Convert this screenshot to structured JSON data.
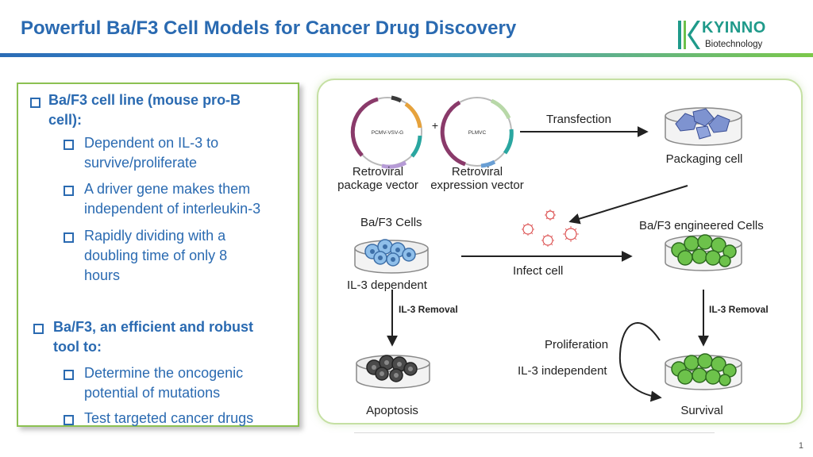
{
  "slide": {
    "title": "Powerful Ba/F3 Cell Models for Cancer Drug Discovery",
    "page_number": "1"
  },
  "logo": {
    "name": "KYINNO",
    "subtitle": "Biotechnology"
  },
  "bullets": {
    "b1": [
      "Ba/F3 cell line (mouse pro-B",
      "cell):"
    ],
    "b1_1": [
      "Dependent on IL-3 to",
      "survive/proliferate"
    ],
    "b1_2": [
      "A driver gene makes them",
      "independent of interleukin-3"
    ],
    "b1_3": [
      "Rapidly dividing with a",
      "doubling time of only 8",
      "hours"
    ],
    "b2": [
      "Ba/F3, an efficient and robust",
      "tool to:"
    ],
    "b2_1": [
      "Determine the oncogenic",
      "potential of mutations"
    ],
    "b2_2": [
      "Test targeted cancer drugs"
    ]
  },
  "diagram": {
    "plasmid1_label": "PCMV-VSV-G",
    "plasmid2_label": "PLMVC",
    "plus": "+",
    "vector1_label": [
      "Retroviral",
      "package vector"
    ],
    "vector2_label": [
      "Retroviral",
      "expression vector"
    ],
    "transfection": "Transfection",
    "packaging_cell": "Packaging cell",
    "baf3_cells": "Ba/F3 Cells",
    "il3_dependent": "IL-3 dependent",
    "infect_cell": "Infect cell",
    "engineered_cells": "Ba/F3 engineered Cells",
    "il3_removal_left": "IL-3 Removal",
    "il3_removal_right": "IL-3 Removal",
    "apoptosis": "Apoptosis",
    "proliferation": "Proliferation",
    "il3_independent": "IL-3 independent",
    "survival": "Survival"
  }
}
